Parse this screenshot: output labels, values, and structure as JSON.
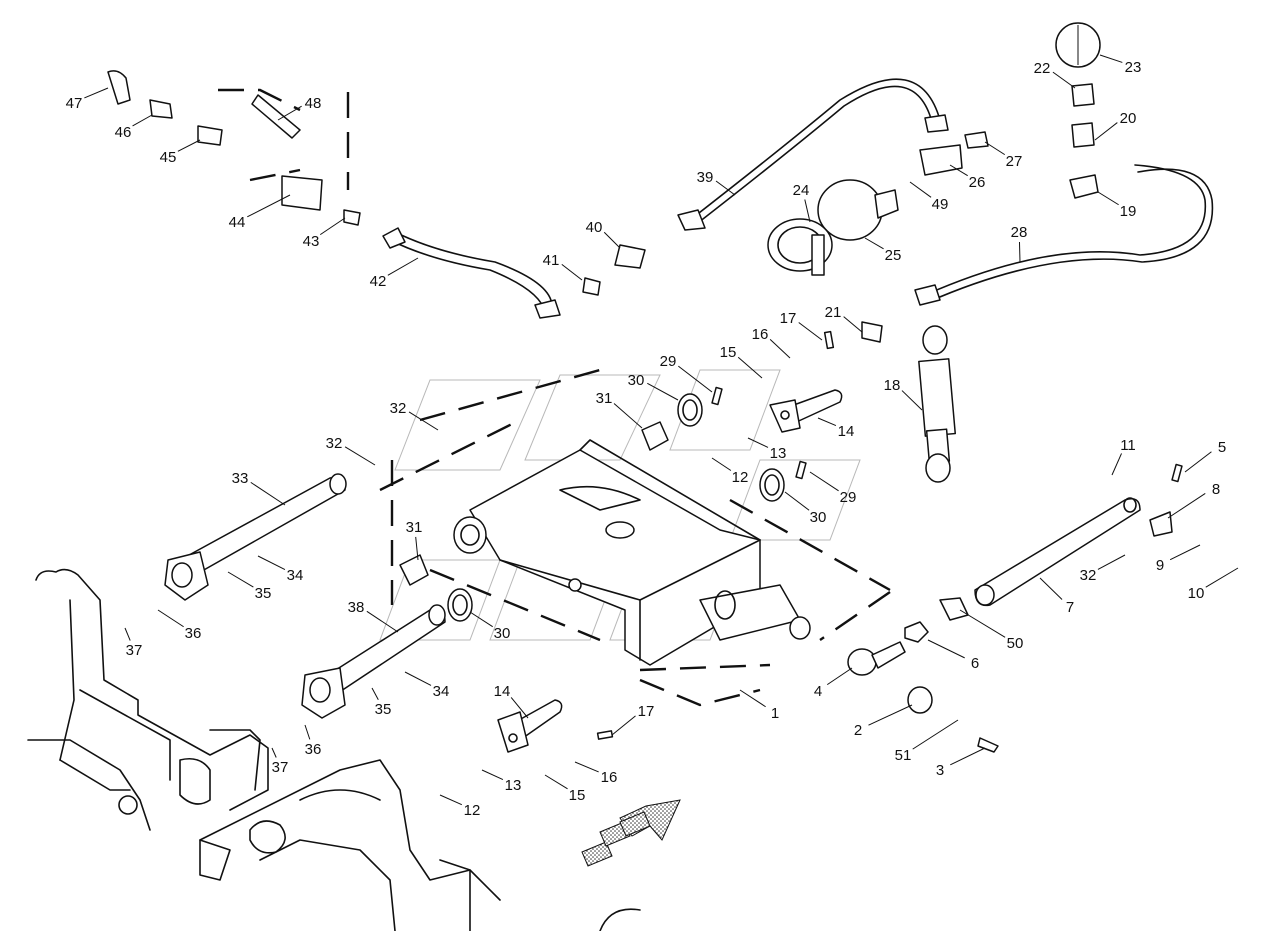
{
  "diagram": {
    "callouts": [
      "1",
      "2",
      "3",
      "4",
      "5",
      "6",
      "7",
      "8",
      "9",
      "10",
      "11",
      "12",
      "12",
      "13",
      "13",
      "14",
      "14",
      "15",
      "15",
      "16",
      "16",
      "17",
      "17",
      "18",
      "19",
      "20",
      "21",
      "22",
      "23",
      "24",
      "25",
      "26",
      "27",
      "28",
      "29",
      "29",
      "30",
      "30",
      "30",
      "31",
      "31",
      "32",
      "32",
      "32",
      "33",
      "34",
      "34",
      "35",
      "35",
      "36",
      "36",
      "37",
      "37",
      "38",
      "39",
      "40",
      "41",
      "42",
      "43",
      "44",
      "45",
      "46",
      "47",
      "48",
      "49",
      "50",
      "51"
    ]
  }
}
